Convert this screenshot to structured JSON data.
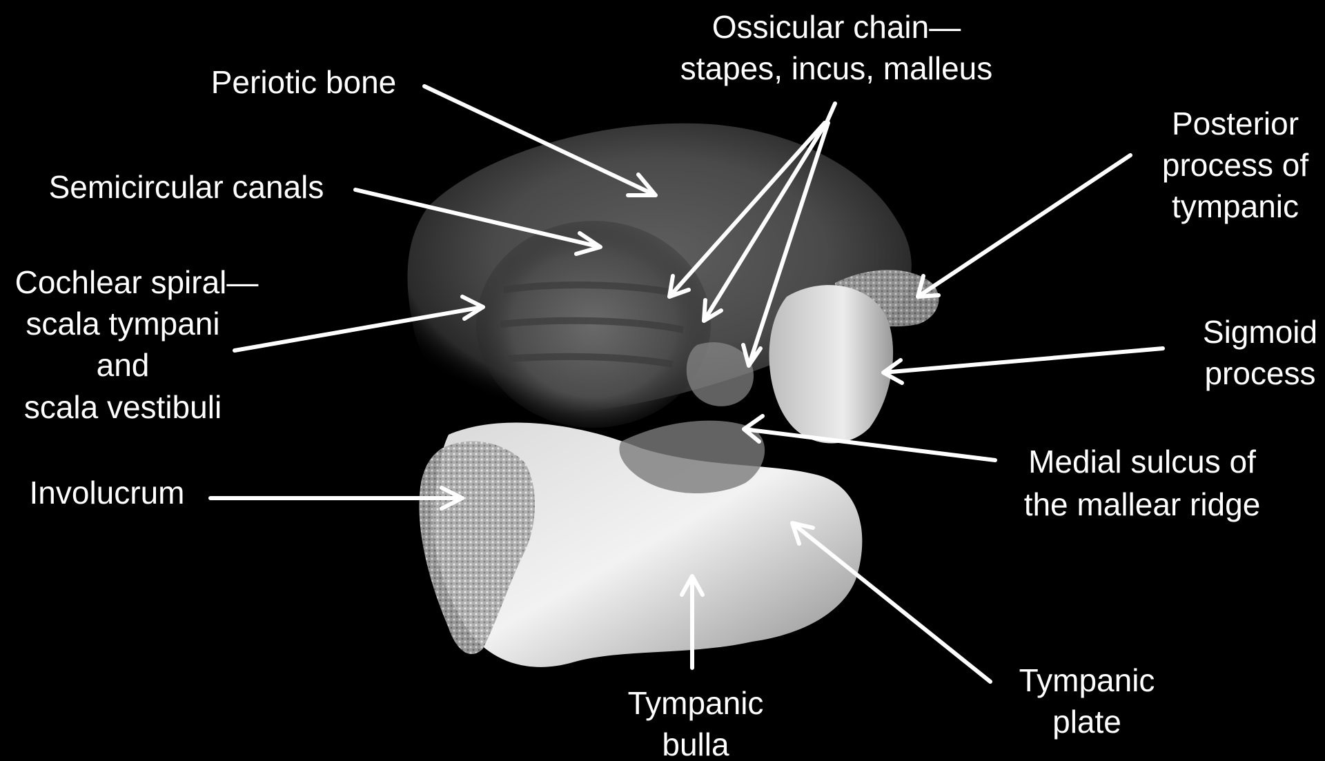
{
  "labels": {
    "ossicular_1": "Ossicular chain—",
    "ossicular_2": "stapes, incus, malleus",
    "periotic": "Periotic bone",
    "semicircular": "Semicircular canals",
    "cochlear_1": "Cochlear spiral—",
    "cochlear_2": "scala tympani",
    "cochlear_3": "and",
    "cochlear_4": "scala vestibuli",
    "involucrum": "Involucrum",
    "posterior_1": "Posterior",
    "posterior_2": "process of",
    "posterior_3": "tympanic",
    "sigmoid_1": "Sigmoid",
    "sigmoid_2": "process",
    "medial_1": "Medial sulcus of",
    "medial_2": "the mallear ridge",
    "bulla_1": "Tympanic",
    "bulla_2": "bulla",
    "plate_1": "Tympanic",
    "plate_2": "plate"
  },
  "colors": {
    "background": "#000000",
    "label_text": "#ffffff",
    "arrow": "#ffffff",
    "bone": "#9a9a9a"
  }
}
